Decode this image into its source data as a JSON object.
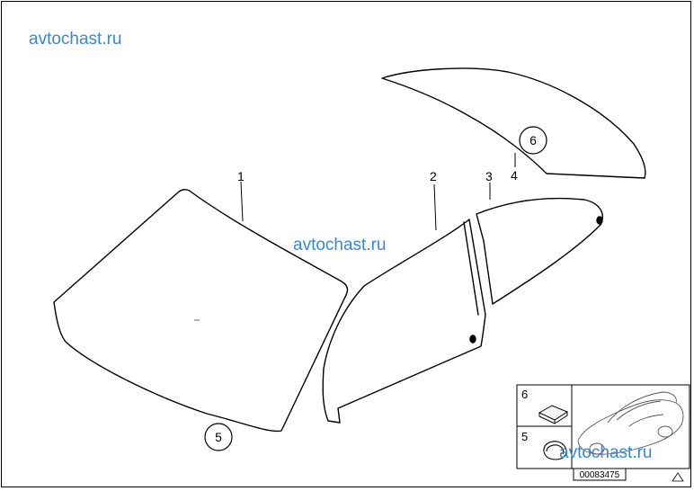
{
  "watermarks": [
    "avtochast.ru",
    "avtochast.ru",
    "avtochast.ru"
  ],
  "callouts": {
    "windscreen": "1",
    "door_window": "2",
    "side_window": "3",
    "rear_window": "4",
    "circle_windscreen": "5",
    "circle_rear": "6"
  },
  "legend": {
    "row_top_number": "6",
    "row_bottom_number": "5"
  },
  "diagram_id": "00083475"
}
